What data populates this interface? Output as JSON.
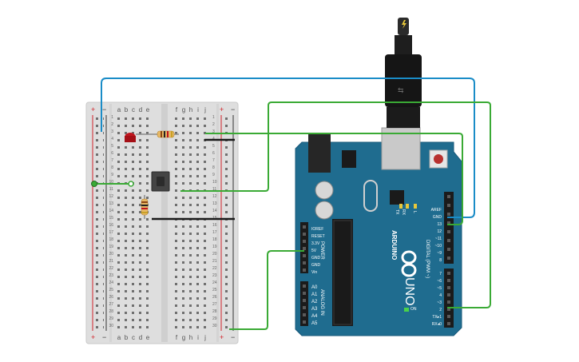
{
  "breadboard": {
    "rail_plus_top_left": "+",
    "rail_minus_top_left": "−",
    "rail_minus_top_right": "−",
    "rail_plus_top_right": "+",
    "rail_plus_bottom_left": "+",
    "rail_minus_bottom_left": "−",
    "rail_minus_bottom_right": "−",
    "rail_plus_bottom_right": "+",
    "columns_left": [
      "a",
      "b",
      "c",
      "d",
      "e"
    ],
    "columns_right": [
      "f",
      "g",
      "h",
      "i",
      "j"
    ],
    "row_count": 30
  },
  "arduino": {
    "brand": "ARDUINO",
    "model": "UNO",
    "power_header_title": "POWER",
    "analog_header_title": "ANALOG IN",
    "digital_header_title": "DIGITAL (PWM ~)",
    "on_label": "ON",
    "tx_label": "TX",
    "rx_label": "RX",
    "l_label": "L",
    "power_pins": [
      "IOREF",
      "RESET",
      "3.3V",
      "5V",
      "GND",
      "GND",
      "Vin"
    ],
    "analog_pins": [
      "A0",
      "A1",
      "A2",
      "A3",
      "A4",
      "A5"
    ],
    "digital_pins_top": [
      "AREF",
      "GND",
      "13",
      "12",
      "~11",
      "~10",
      "~9",
      "8"
    ],
    "digital_pins_bottom": [
      "7",
      "~6",
      "~5",
      "4",
      "~3",
      "2",
      "TX▸1",
      "RX◂0"
    ]
  },
  "colors": {
    "wire_blue": "#1a8cc7",
    "wire_green": "#3aaa35",
    "board_teal": "#1f6c8f",
    "breadboard_bg": "#dedede",
    "rail_red": "#d2232a",
    "rail_dark": "#333333",
    "led_red": "#c0151d"
  }
}
